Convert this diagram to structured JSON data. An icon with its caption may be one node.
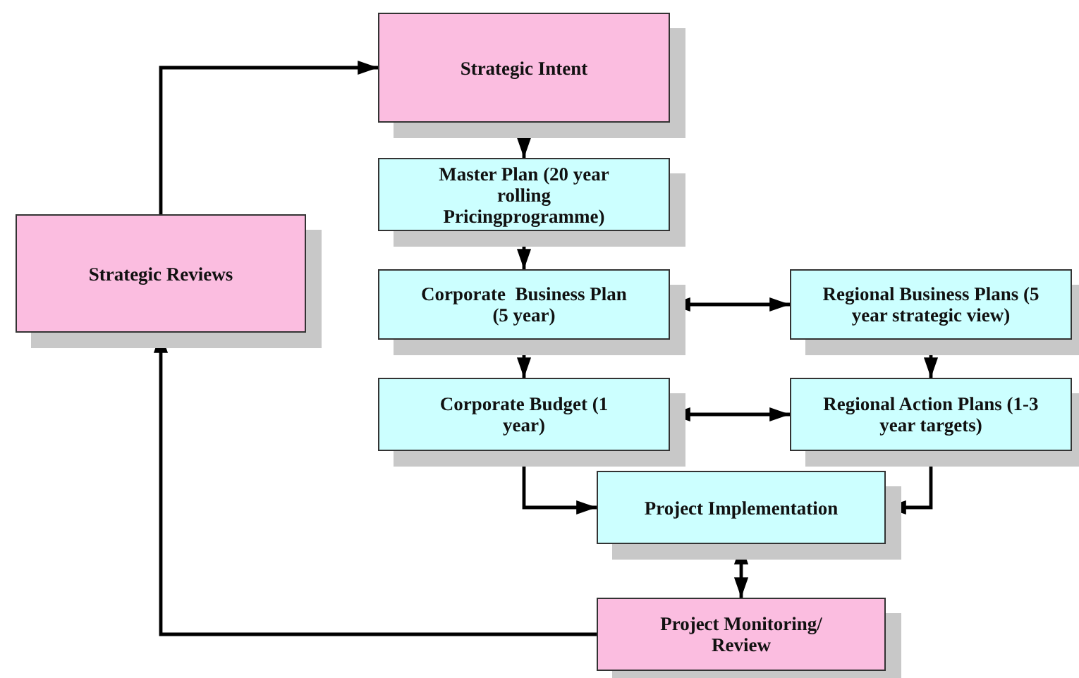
{
  "diagram": {
    "nodes": [
      {
        "text": [
          "Strategic Intent"
        ]
      },
      {
        "text": [
          "Master Plan (20 year rolling Pricingprogramme)"
        ]
      },
      {
        "text": [
          "Corporate  Business Plan (5 year)"
        ]
      },
      {
        "text": [
          "Regional Business Plans (5 year strategic view)"
        ]
      },
      {
        "text": [
          "Corporate Budget (1 year)"
        ]
      },
      {
        "text": [
          "Regional Action Plans (1-3 year targets)"
        ]
      },
      {
        "text": [
          "Project Implementation"
        ]
      },
      {
        "text": [
          "Project Monitoring/ Review"
        ]
      },
      {
        "text": [
          "Strategic Reviews"
        ]
      }
    ],
    "edges": [
      {
        "from": 0,
        "to": 1,
        "arrow": "to"
      },
      {
        "from": 1,
        "to": 2,
        "arrow": "to"
      },
      {
        "from": 2,
        "to": 3,
        "arrow": "both"
      },
      {
        "from": 2,
        "to": 4,
        "arrow": "to"
      },
      {
        "from": 3,
        "to": 5,
        "arrow": "to"
      },
      {
        "from": 4,
        "to": 5,
        "arrow": "both"
      },
      {
        "from": 4,
        "to": 6,
        "arrow": "to"
      },
      {
        "from": 5,
        "to": 6,
        "arrow": "to"
      },
      {
        "from": 6,
        "to": 7,
        "arrow": "both"
      },
      {
        "from": 7,
        "to": 8,
        "arrow": "to"
      },
      {
        "from": 8,
        "to": 0,
        "arrow": "to"
      }
    ]
  }
}
